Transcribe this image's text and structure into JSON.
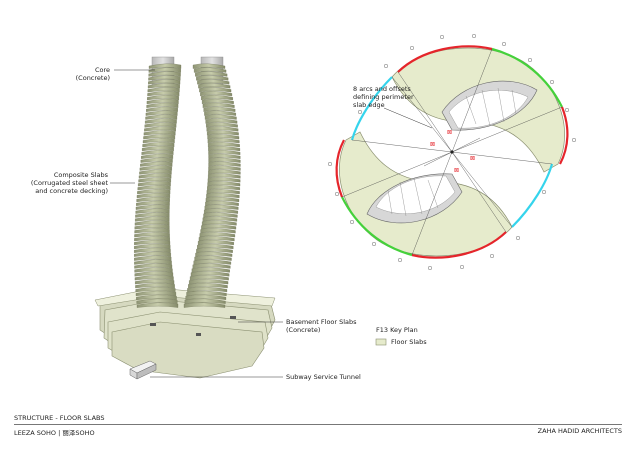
{
  "tower_labels": {
    "core": "Core",
    "core_material": "(Concrete)",
    "composite_slabs": "Composite Slabs",
    "composite_detail_1": "(Corrugated steel sheet",
    "composite_detail_2": "and concrete decking)",
    "basement_slabs": "Basement Floor Slabs",
    "basement_material": "(Concrete)",
    "subway_tunnel": "Subway Service Tunnel"
  },
  "plan_labels": {
    "arcs_note_1": "8 arcs and offsets",
    "arcs_note_2": "defining perimeter",
    "arcs_note_3": "slab edge",
    "key_plan_title": "F13 Key Plan",
    "legend_floor_slabs": "Floor Slabs"
  },
  "footer": {
    "section_title": "STRUCTURE - FLOOR SLABS",
    "project_name": "LEEZA SOHO | 丽泽SOHO",
    "firm_name": "ZAHA HADID ARCHITECTS"
  },
  "colors": {
    "slab_fill": "#e6ebcc",
    "slab_edge": "#8a8f70",
    "arc_red": "#e5252b",
    "arc_green": "#45d13b",
    "arc_cyan": "#35d4ec",
    "core_grey": "#c8c8c8"
  }
}
